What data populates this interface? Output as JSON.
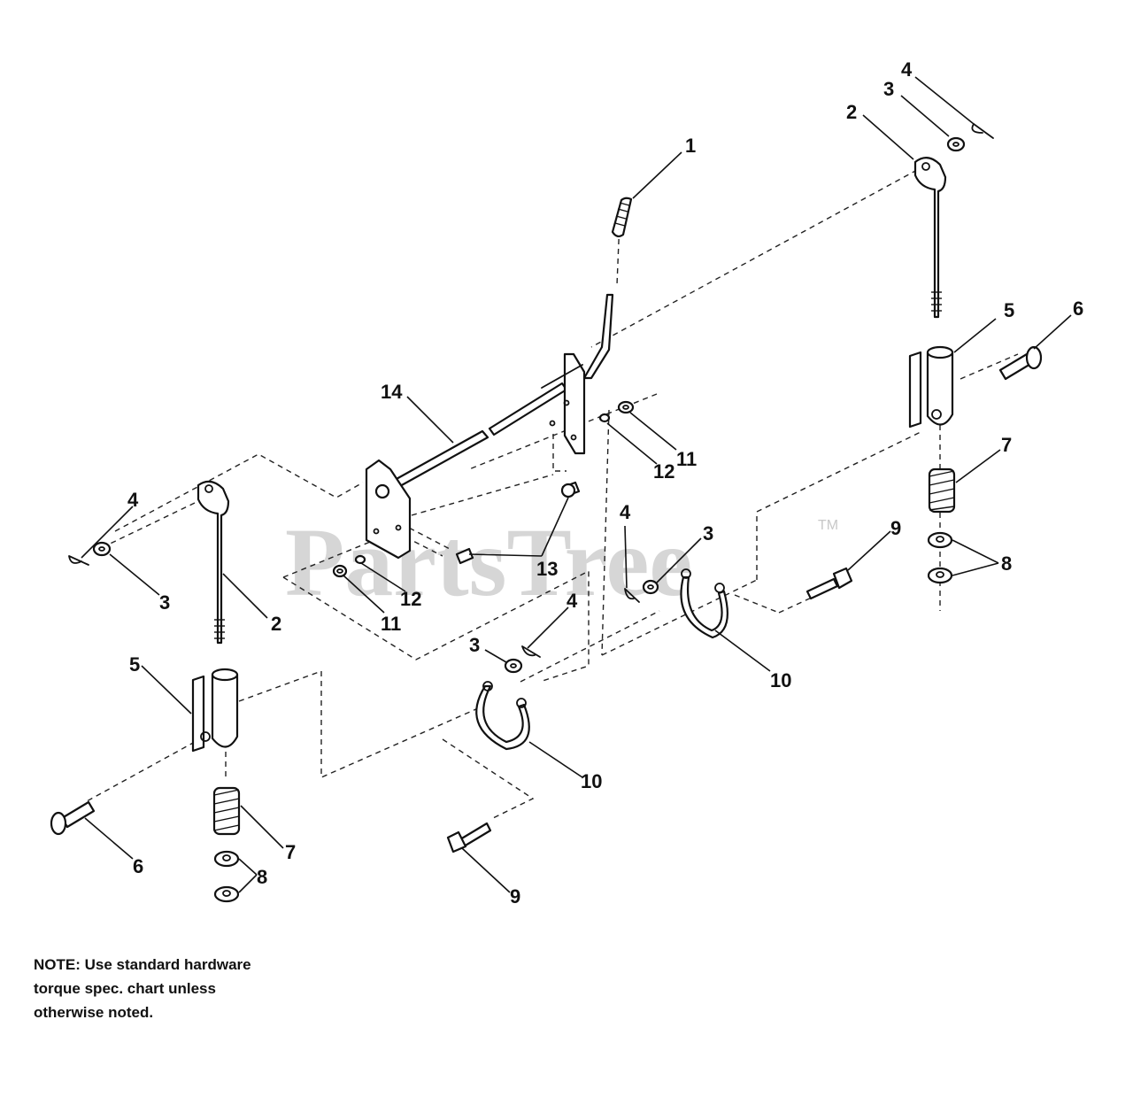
{
  "watermark": {
    "brand": "PartsTree",
    "tm": "TM"
  },
  "note": {
    "lines": [
      "NOTE: Use standard hardware",
      "torque spec. chart unless",
      "otherwise noted."
    ]
  },
  "callouts": {
    "c1": "1",
    "c2_top": "2",
    "c3_top": "3",
    "c4_top": "4",
    "c5_right": "5",
    "c6_right": "6",
    "c7_right": "7",
    "c8_right": "8",
    "c9_right": "9",
    "c10_right": "10",
    "c11_center": "11",
    "c12_center": "12",
    "c14": "14",
    "c13": "13",
    "c4_left": "4",
    "c3_left": "3",
    "c2_left": "2",
    "c12_left": "12",
    "c11_left": "11",
    "c4_mid": "4",
    "c3_mid": "3",
    "c4_mid2": "4",
    "c3_mid2": "3",
    "c5_left": "5",
    "c10_left": "10",
    "c7_left": "7",
    "c8_left": "8",
    "c6_left": "6",
    "c9_left": "9"
  }
}
